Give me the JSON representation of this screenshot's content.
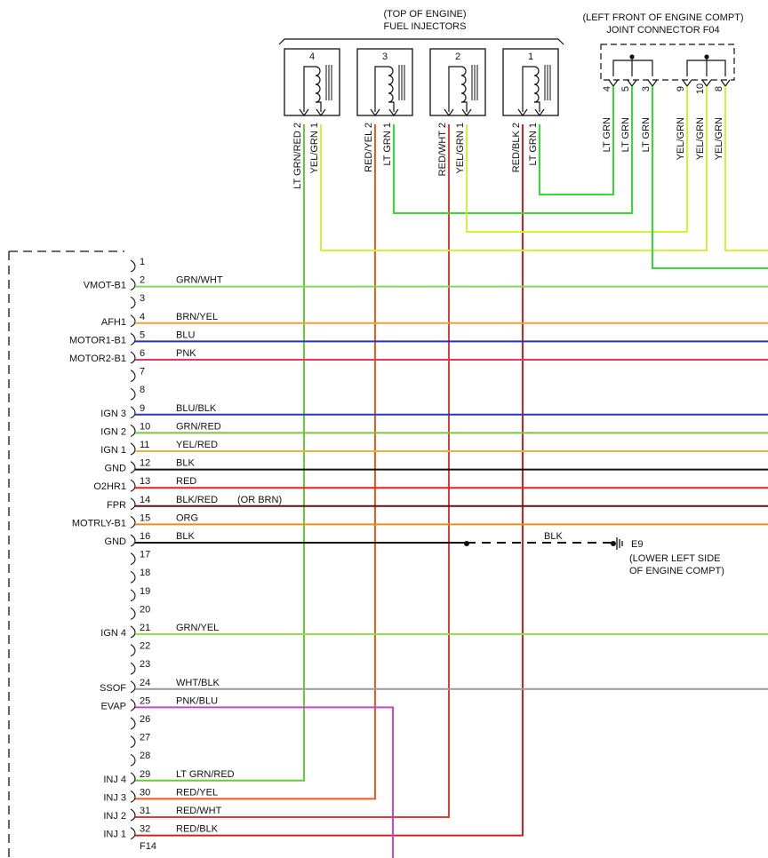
{
  "injectors": {
    "caption_line1": "(TOP OF ENGINE)",
    "caption_line2": "FUEL INJECTORS",
    "items": [
      {
        "number": "4",
        "left_wire": "LT GRN/RED 2",
        "right_wire": "YEL/GRN 1"
      },
      {
        "number": "3",
        "left_wire": "RED/YEL 2",
        "right_wire": "LT GRN 1"
      },
      {
        "number": "2",
        "left_wire": "RED/WHT 2",
        "right_wire": "YEL/GRN 1"
      },
      {
        "number": "1",
        "left_wire": "RED/BLK 2",
        "right_wire": "LT GRN 1"
      }
    ]
  },
  "joint_connector": {
    "caption_line1": "(LEFT FRONT OF ENGINE COMPT)",
    "caption_line2": "JOINT CONNECTOR F04",
    "pins": [
      {
        "pin": "4",
        "wire": "LT GRN"
      },
      {
        "pin": "5",
        "wire": "LT GRN"
      },
      {
        "pin": "3",
        "wire": "LT GRN"
      },
      {
        "pin": "9",
        "wire": "YEL/GRN"
      },
      {
        "pin": "10",
        "wire": "YEL/GRN"
      },
      {
        "pin": "8",
        "wire": "YEL/GRN"
      }
    ]
  },
  "ecm_connector": {
    "id": "F14",
    "pins": [
      {
        "pin": "1",
        "function": "",
        "wire": ""
      },
      {
        "pin": "2",
        "function": "VMOT-B1",
        "wire": "GRN/WHT"
      },
      {
        "pin": "3",
        "function": "",
        "wire": ""
      },
      {
        "pin": "4",
        "function": "AFH1",
        "wire": "BRN/YEL"
      },
      {
        "pin": "5",
        "function": "MOTOR1-B1",
        "wire": "BLU"
      },
      {
        "pin": "6",
        "function": "MOTOR2-B1",
        "wire": "PNK"
      },
      {
        "pin": "7",
        "function": "",
        "wire": ""
      },
      {
        "pin": "8",
        "function": "",
        "wire": ""
      },
      {
        "pin": "9",
        "function": "IGN 3",
        "wire": "BLU/BLK"
      },
      {
        "pin": "10",
        "function": "IGN 2",
        "wire": "GRN/RED"
      },
      {
        "pin": "11",
        "function": "IGN 1",
        "wire": "YEL/RED"
      },
      {
        "pin": "12",
        "function": "GND",
        "wire": "BLK"
      },
      {
        "pin": "13",
        "function": "O2HR1",
        "wire": "RED"
      },
      {
        "pin": "14",
        "function": "FPR",
        "wire": "BLK/RED"
      },
      {
        "pin": "15",
        "function": "MOTRLY-B1",
        "wire": "ORG"
      },
      {
        "pin": "16",
        "function": "GND",
        "wire": "BLK"
      },
      {
        "pin": "17",
        "function": "",
        "wire": ""
      },
      {
        "pin": "18",
        "function": "",
        "wire": ""
      },
      {
        "pin": "19",
        "function": "",
        "wire": ""
      },
      {
        "pin": "20",
        "function": "",
        "wire": ""
      },
      {
        "pin": "21",
        "function": "IGN 4",
        "wire": "GRN/YEL"
      },
      {
        "pin": "22",
        "function": "",
        "wire": ""
      },
      {
        "pin": "23",
        "function": "",
        "wire": ""
      },
      {
        "pin": "24",
        "function": "SSOF",
        "wire": "WHT/BLK"
      },
      {
        "pin": "25",
        "function": "EVAP",
        "wire": "PNK/BLU"
      },
      {
        "pin": "26",
        "function": "",
        "wire": ""
      },
      {
        "pin": "27",
        "function": "",
        "wire": ""
      },
      {
        "pin": "28",
        "function": "",
        "wire": ""
      },
      {
        "pin": "29",
        "function": "INJ 4",
        "wire": "LT GRN/RED"
      },
      {
        "pin": "30",
        "function": "INJ 3",
        "wire": "RED/YEL"
      },
      {
        "pin": "31",
        "function": "INJ 2",
        "wire": "RED/WHT"
      },
      {
        "pin": "32",
        "function": "INJ 1",
        "wire": "RED/BLK"
      }
    ],
    "pin14_note": "(OR BRN)"
  },
  "ground": {
    "wire": "BLK",
    "id": "E9",
    "location_line1": "(LOWER LEFT SIDE",
    "location_line2": "OF ENGINE COMPT)"
  },
  "colors": {
    "GRN/WHT": "#7ed957",
    "BRN/YEL": "#e8a33c",
    "BLU": "#1f2fd6",
    "PNK": "#e8345e",
    "BLU/BLK": "#2438c8",
    "GRN/RED": "#7cc246",
    "YEL/RED": "#ecb03c",
    "BLK": "#111111",
    "RED": "#e82020",
    "BLK/RED": "#5a1212",
    "ORG": "#f08a1c",
    "GRN/YEL": "#8fe04a",
    "WHT/BLK": "#9a9a9a",
    "PNK/BLU": "#cc44cc",
    "LT GRN/RED": "#66cc33",
    "RED/YEL": "#ef5a1a",
    "RED/WHT": "#e23a3a",
    "RED/BLK": "#d42020",
    "LT GRN": "#33dd33",
    "YEL/GRN": "#d8ef3a"
  }
}
